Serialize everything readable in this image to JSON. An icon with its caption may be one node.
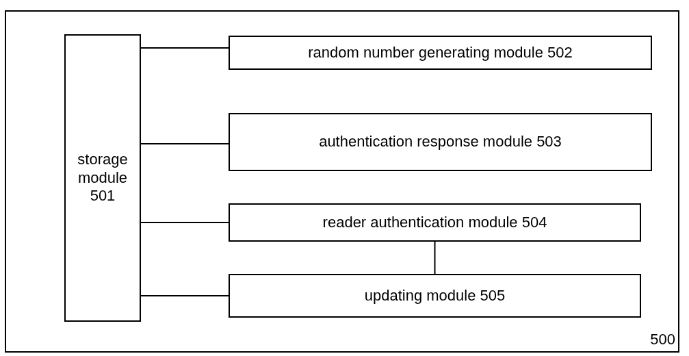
{
  "diagram": {
    "nodes": [
      {
        "text": [
          "500"
        ]
      },
      {
        "text": [
          "storage module 501"
        ],
        "in": 0
      },
      {
        "text": [
          "random number generating module 502"
        ],
        "in": 0
      },
      {
        "text": [
          "authentication response module 503"
        ],
        "in": 0
      },
      {
        "text": [
          "reader authentication module 504"
        ],
        "in": 0
      },
      {
        "text": [
          "updating module 505"
        ],
        "in": 0
      }
    ],
    "edges": [
      {
        "from": 1,
        "to": 2,
        "arrow": "none"
      },
      {
        "from": 1,
        "to": 3,
        "arrow": "none"
      },
      {
        "from": 1,
        "to": 4,
        "arrow": "none"
      },
      {
        "from": 1,
        "to": 5,
        "arrow": "none"
      },
      {
        "from": 4,
        "to": 5,
        "arrow": "none"
      }
    ]
  }
}
